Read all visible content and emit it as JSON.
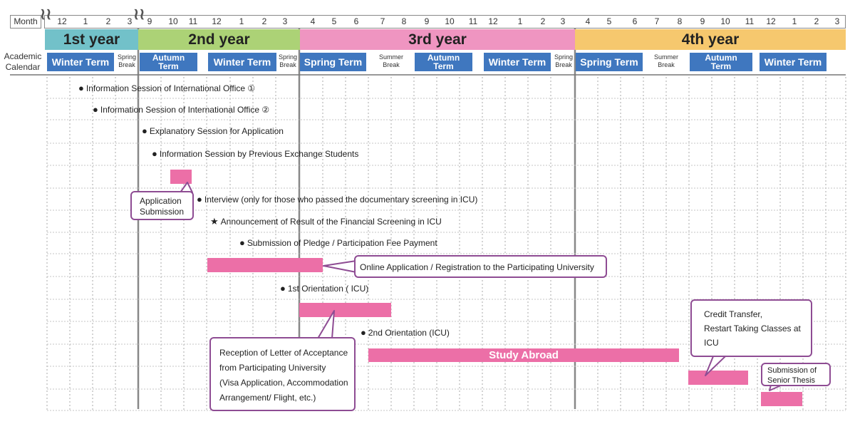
{
  "header": {
    "month_label": "Month",
    "academic_calendar": [
      "Academic",
      "Calendar"
    ],
    "months": [
      "12",
      "1",
      "2",
      "3",
      "9",
      "10",
      "11",
      "12",
      "1",
      "2",
      "3",
      "4",
      "5",
      "6",
      "7",
      "8",
      "9",
      "10",
      "11",
      "12",
      "1",
      "2",
      "3",
      "4",
      "5",
      "6",
      "7",
      "8",
      "9",
      "10",
      "11",
      "12",
      "1",
      "2",
      "3"
    ]
  },
  "years": [
    {
      "label": "1st year",
      "color": "#72c1c9"
    },
    {
      "label": "2nd year",
      "color": "#acd276"
    },
    {
      "label": "3rd year",
      "color": "#ef95c1"
    },
    {
      "label": "4th year",
      "color": "#f6c86e"
    }
  ],
  "terms": [
    "Winter Term",
    "Autumn Term",
    "Winter Term",
    "Spring Term",
    "Autumn Term",
    "Winter Term",
    "Spring Term",
    "Autumn Term",
    "Winter Term"
  ],
  "breaks": [
    "Spring Break",
    "Spring Break",
    "Summer Break",
    "Spring Break",
    "Summer Break"
  ],
  "events": [
    {
      "symbol": "●",
      "text": "Information Session of International Office ①"
    },
    {
      "symbol": "●",
      "text": "Information Session of International Office ②"
    },
    {
      "symbol": "●",
      "text": "Explanatory Session for Application"
    },
    {
      "symbol": "●",
      "text": "Information Session by Previous Exchange Students"
    },
    {
      "symbol": "●",
      "text": "Interview (only for those who passed the documentary screening in ICU)"
    },
    {
      "symbol": "★",
      "text": "Announcement of Result of the Financial Screening in ICU"
    },
    {
      "symbol": "●",
      "text": "Submission of Pledge / Participation Fee Payment"
    },
    {
      "symbol": "●",
      "text": "1st Orientation ( ICU)"
    },
    {
      "symbol": "●",
      "text": "2nd Orientation (ICU)"
    }
  ],
  "bars": {
    "study_abroad": "Study Abroad"
  },
  "callouts": {
    "application": [
      "Application",
      "Submission"
    ],
    "online_application": "Online Application / Registration to the Participating University",
    "reception": [
      "Reception of Letter of Acceptance",
      "from Participating University",
      "(Visa Application, Accommodation",
      "Arrangement/ Flight, etc.)"
    ],
    "credit": [
      "Credit Transfer,",
      "Restart Taking Classes at",
      "ICU"
    ],
    "thesis": [
      "Submission of",
      "Senior Thesis"
    ]
  },
  "colors": {
    "term_blue": "#3f77bf",
    "bar_pink": "#ec6fa7",
    "callout_border": "#8e4c93"
  }
}
